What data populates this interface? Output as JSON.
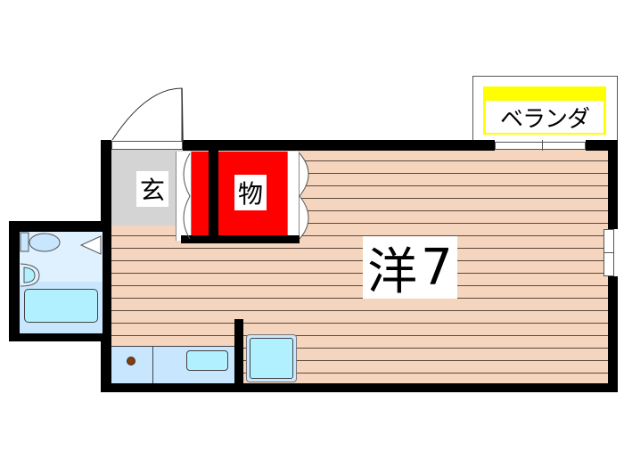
{
  "floorplan": {
    "rooms": {
      "western_room": {
        "label": "洋7",
        "kanji": "洋",
        "size": "7"
      },
      "entrance": {
        "label": "玄"
      },
      "storage": {
        "label": "物"
      },
      "balcony": {
        "label": "ベランダ"
      }
    },
    "fixtures": [
      "toilet",
      "bathtub",
      "washbasin",
      "kitchen-sink",
      "stove-burner",
      "refrigerator-space"
    ]
  },
  "colors": {
    "wall": "#000000",
    "floor_wood": "#f5d5bd",
    "floor_line": "#5a4a40",
    "entrance_gray": "#d4d4d4",
    "storage_red": "#ff0000",
    "balcony_yellow": "#ffff00",
    "wet_area_blue": "#c9e6ff",
    "fixture_cyan": "#b0f0ff",
    "burner_brown": "#8b3a0a"
  }
}
